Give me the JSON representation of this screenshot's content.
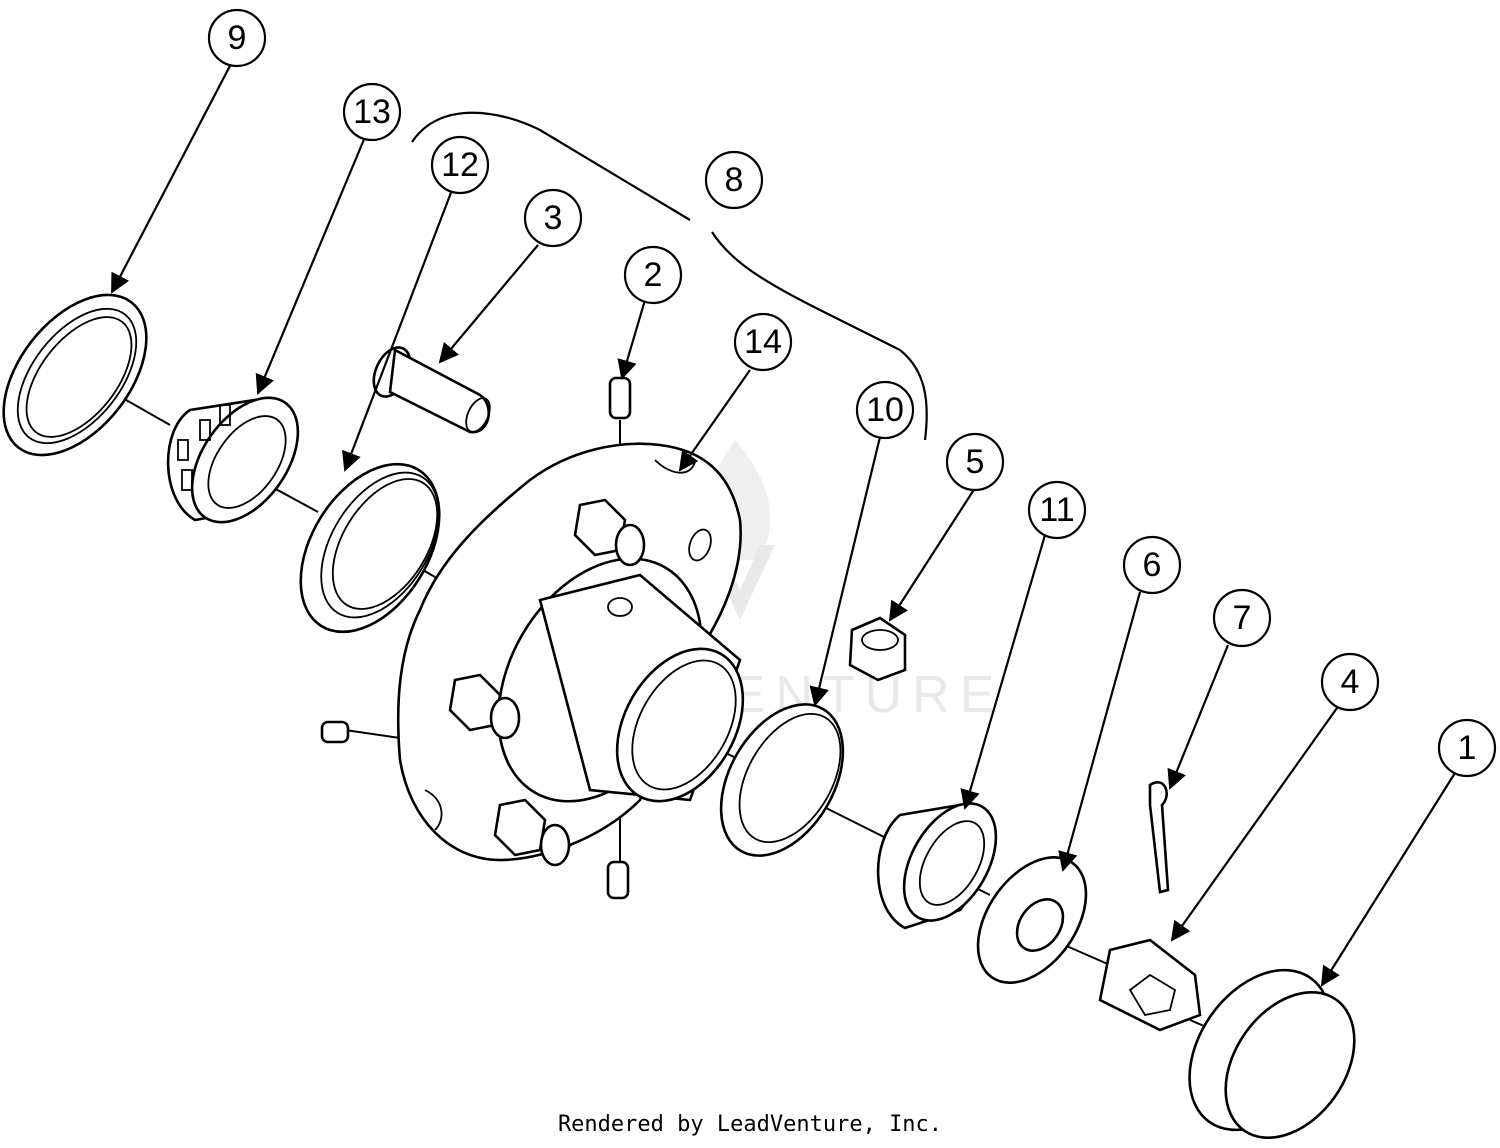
{
  "callouts": [
    "9",
    "13",
    "12",
    "3",
    "8",
    "2",
    "14",
    "10",
    "5",
    "11",
    "6",
    "7",
    "4",
    "1"
  ],
  "watermark": "LEADVENTURE",
  "footer": "Rendered by LeadVenture, Inc."
}
